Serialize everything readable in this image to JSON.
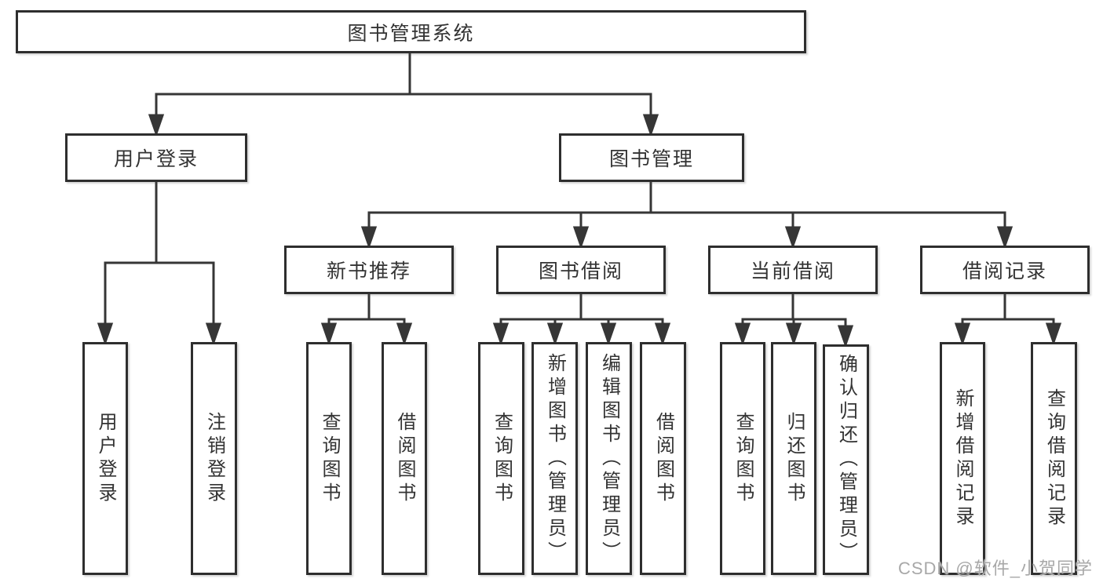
{
  "diagram": {
    "root": {
      "label": "图书管理系统"
    },
    "branches": [
      {
        "label": "用户登录",
        "leaves": [
          {
            "label": "用户登录"
          },
          {
            "label": "注销登录"
          }
        ]
      },
      {
        "label": "图书管理",
        "groups": [
          {
            "label": "新书推荐",
            "leaves": [
              {
                "label": "查询图书"
              },
              {
                "label": "借阅图书"
              }
            ]
          },
          {
            "label": "图书借阅",
            "leaves": [
              {
                "label": "查询图书"
              },
              {
                "label": "新增图书（管理员）"
              },
              {
                "label": "编辑图书（管理员）"
              },
              {
                "label": "借阅图书"
              }
            ]
          },
          {
            "label": "当前借阅",
            "leaves": [
              {
                "label": "查询图书"
              },
              {
                "label": "归还图书"
              },
              {
                "label": "确认归还（管理员）"
              }
            ]
          },
          {
            "label": "借阅记录",
            "leaves": [
              {
                "label": "新增借阅记录"
              },
              {
                "label": "查询借阅记录"
              }
            ]
          }
        ]
      }
    ]
  },
  "watermark": {
    "text": "CSDN @软件_小贺同学"
  },
  "colors": {
    "line": "#363636",
    "text": "#333333",
    "background": "#ffffff"
  }
}
